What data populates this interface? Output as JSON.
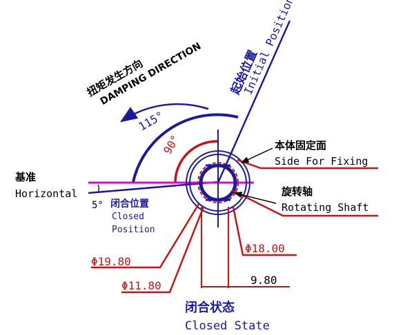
{
  "damping": {
    "cn": "扭矩发生方向",
    "en": "DAMPING DIRECTION"
  },
  "initial": {
    "cn": "起始位置",
    "en": "Initial Position"
  },
  "angles": {
    "a115": "115°",
    "a90": "90°",
    "a5": "5°"
  },
  "fixing": {
    "cn": "本体固定面",
    "en": "Side For Fixing"
  },
  "shaft": {
    "cn": "旋转轴",
    "en": "Rotating Shaft"
  },
  "horizontal": {
    "cn": "基准",
    "en": "Horizontal"
  },
  "closed_position": {
    "cn": "闭合位置",
    "en1": "Closed",
    "en2": "Position"
  },
  "dims": {
    "d19": "Φ19.80",
    "d11": "Φ11.80",
    "d18": "Φ18.00",
    "w98": "9.80"
  },
  "closed_state": {
    "cn": "闭合状态",
    "en": "Closed State"
  },
  "colors": {
    "blue": "#1a1aa0",
    "red": "#cc1111",
    "magenta": "#e000e0",
    "black": "#000000"
  }
}
